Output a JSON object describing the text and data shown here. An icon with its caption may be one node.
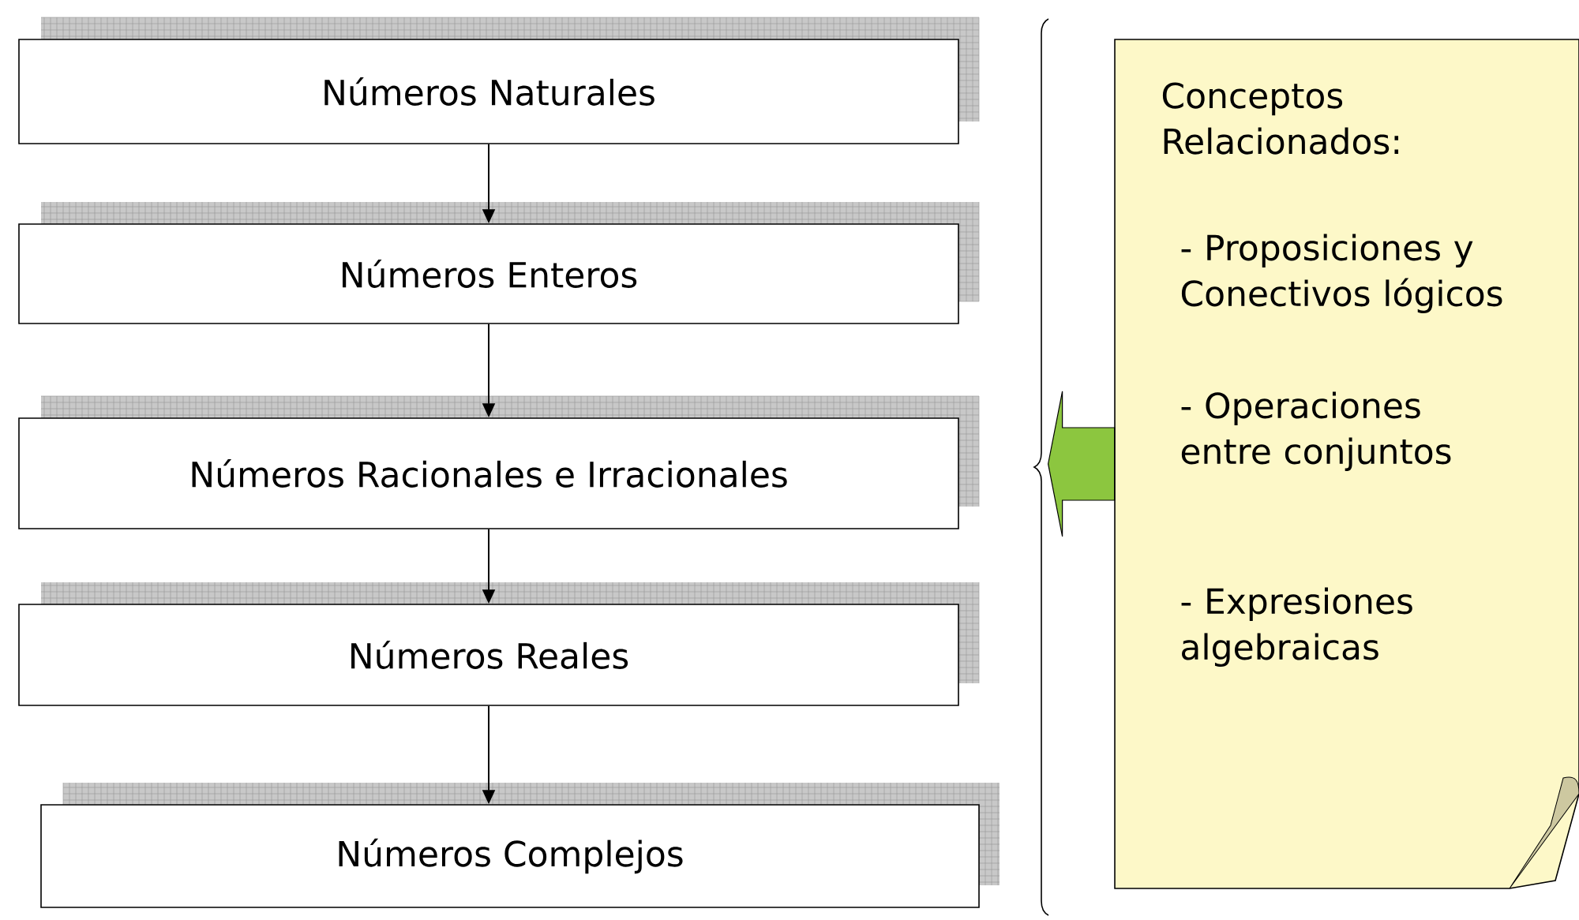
{
  "diagram": {
    "nodes": [
      {
        "text": [
          "Números Naturales"
        ]
      },
      {
        "text": [
          "Números Enteros"
        ]
      },
      {
        "text": [
          "Números Racionales e Irracionales"
        ]
      },
      {
        "text": [
          "Números Reales"
        ]
      },
      {
        "text": [
          "Números Complejos"
        ]
      },
      {
        "text": [
          "Conceptos Relacionados:",
          "- Proposiciones y Conectivos lógicos",
          "- Operaciones entre conjuntos",
          "- Expresiones algebraicas"
        ]
      }
    ],
    "edges": [
      {
        "from": 0,
        "to": 1,
        "arrow": "to"
      },
      {
        "from": 1,
        "to": 2,
        "arrow": "to"
      },
      {
        "from": 2,
        "to": 3,
        "arrow": "to"
      },
      {
        "from": 3,
        "to": 4,
        "arrow": "to"
      },
      {
        "from": 5,
        "to": null,
        "arrow": "to",
        "style": "thick",
        "color": "#8cc63f"
      }
    ]
  }
}
